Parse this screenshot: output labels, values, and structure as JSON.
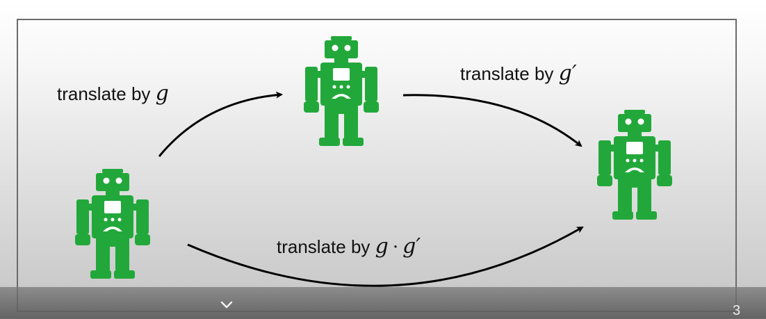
{
  "diagram": {
    "labels": {
      "g": {
        "prefix": "translate by ",
        "math": "g"
      },
      "g_prime": {
        "prefix": "translate by ",
        "math": "g′"
      },
      "composition": {
        "prefix": "translate by ",
        "math_left": "g",
        "operator": "·",
        "math_right": "g′"
      }
    },
    "nodes": [
      {
        "id": "start",
        "icon": "robot-icon",
        "color": "#22a83a"
      },
      {
        "id": "middle",
        "icon": "robot-icon",
        "color": "#22a83a"
      },
      {
        "id": "end",
        "icon": "robot-icon",
        "color": "#22a83a"
      }
    ],
    "edges": [
      {
        "from": "start",
        "to": "middle",
        "label": "g"
      },
      {
        "from": "middle",
        "to": "end",
        "label": "g_prime"
      },
      {
        "from": "start",
        "to": "end",
        "label": "composition"
      }
    ]
  },
  "player": {
    "chevron_icon": "chevron-down-icon",
    "page_number": "3"
  }
}
